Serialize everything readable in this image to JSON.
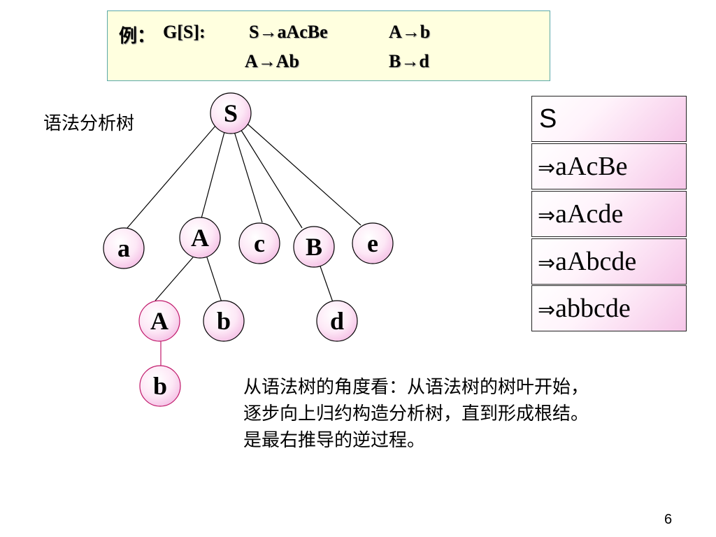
{
  "grammar": {
    "label": "例：",
    "name": "G[S]:",
    "rule1": "S→aAcBe",
    "rule2": "A→b",
    "rule3": "A→Ab",
    "rule4": "B→d"
  },
  "tree": {
    "title": "语法分析树",
    "nodes": {
      "S": "S",
      "a": "a",
      "A1": "A",
      "c": "c",
      "B": "B",
      "e": "e",
      "A2": "A",
      "b1": "b",
      "d": "d",
      "b2": "b"
    },
    "colors": {
      "node_fill_center": "#ffffff",
      "node_fill_edge": "#f6c0e6",
      "highlight_edge": "#c0186a"
    }
  },
  "derivation": {
    "arrow": "⇒",
    "steps": [
      "S",
      "aAcBe",
      "aAcde",
      "aAbcde",
      "abbcde"
    ]
  },
  "note": {
    "line1": "从语法树的角度看：从语法树的树叶开始，",
    "line2": "逐步向上归约构造分析树，直到形成根结。",
    "line3": "是最右推导的逆过程。"
  },
  "page_number": "6"
}
